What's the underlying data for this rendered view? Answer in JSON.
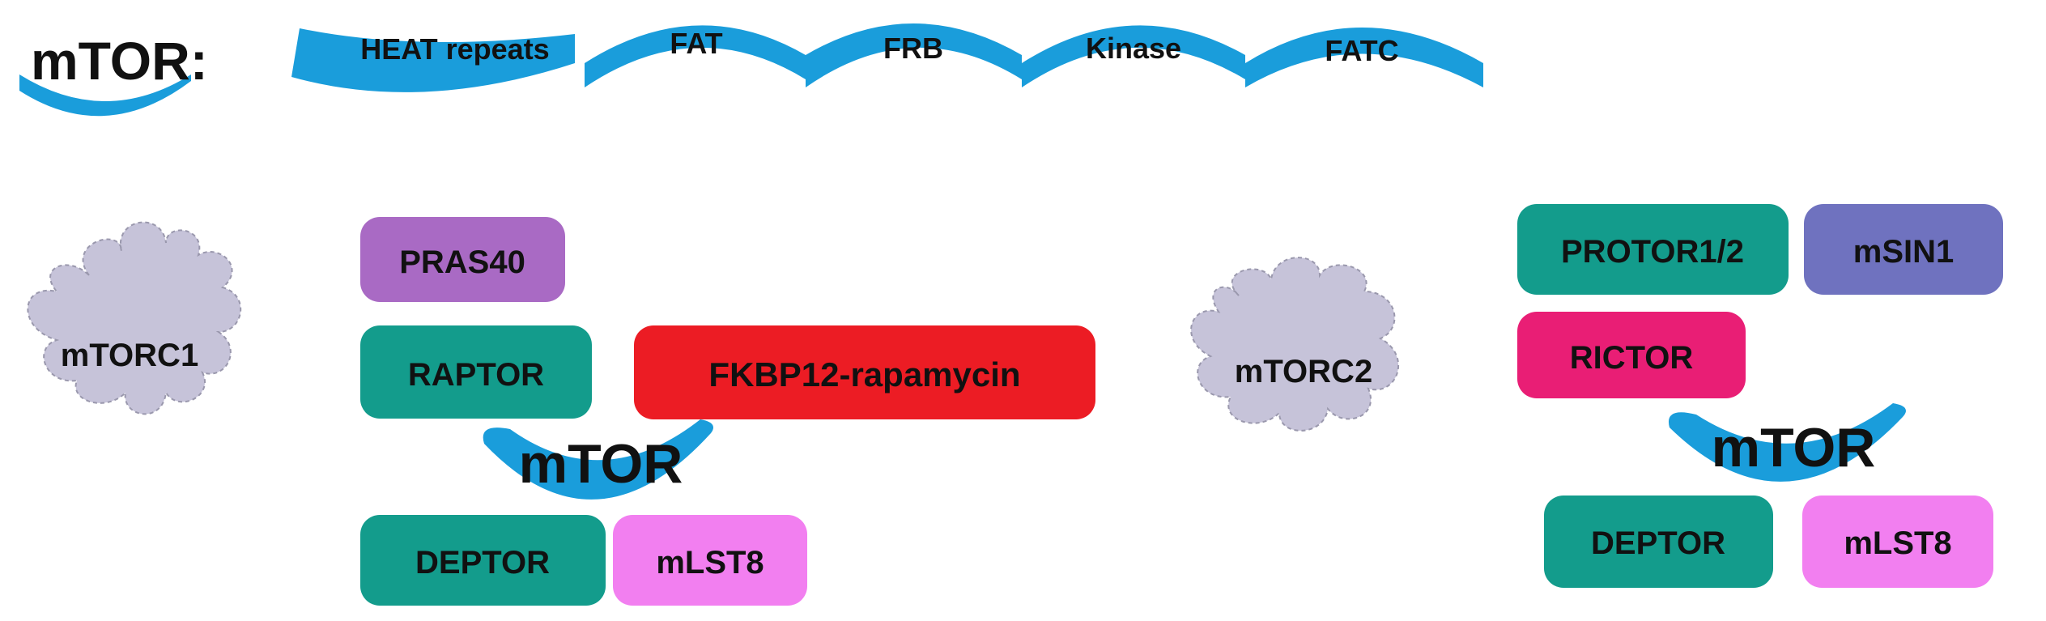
{
  "domain_structure": {
    "label": "mTOR:",
    "domains": [
      "HEAT repeats",
      "FAT",
      "FRB",
      "Kinase",
      "FATC"
    ]
  },
  "mtorc1": {
    "name": "mTORC1",
    "core": "mTOR",
    "components": {
      "pras40": "PRAS40",
      "raptor": "RAPTOR",
      "fkbp12": "FKBP12-rapamycin",
      "deptor": "DEPTOR",
      "mlst8": "mLST8"
    }
  },
  "mtorc2": {
    "name": "mTORC2",
    "core": "mTOR",
    "components": {
      "protor": "PROTOR1/2",
      "msin1": "mSIN1",
      "rictor": "RICTOR",
      "deptor": "DEPTOR",
      "mlst8": "mLST8"
    }
  },
  "colors": {
    "mtor_blue": "#1a9ddb",
    "teal": "#139c8c",
    "purple": "#a96ac4",
    "red": "#ec1c24",
    "pink": "#f27ff0",
    "magenta": "#e91e75",
    "slate_blue": "#6f72bf",
    "cloud": "#c6c3d9"
  }
}
